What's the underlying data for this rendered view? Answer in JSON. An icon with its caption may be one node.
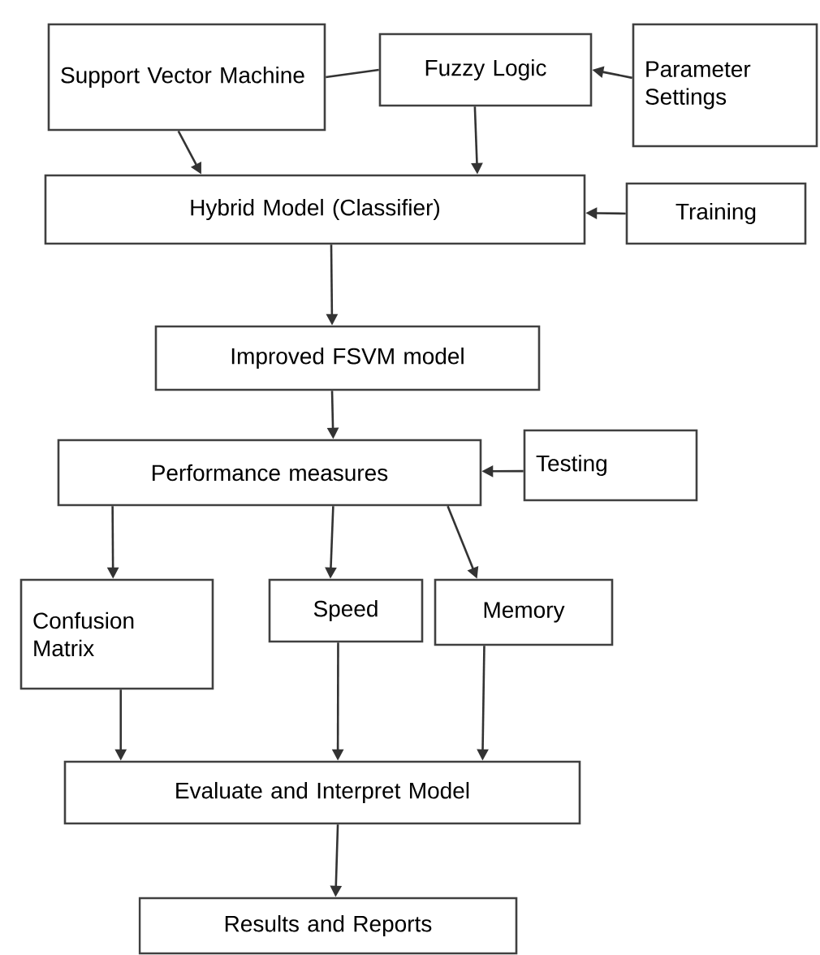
{
  "diagram": {
    "nodes": [
      {
        "text": [
          "Support Vector Machine"
        ]
      },
      {
        "text": [
          "Fuzzy Logic"
        ]
      },
      {
        "text": [
          "Parameter Settings"
        ]
      },
      {
        "text": [
          "Hybrid Model (Classifier)"
        ]
      },
      {
        "text": [
          "Training"
        ]
      },
      {
        "text": [
          "Improved FSVM model"
        ]
      },
      {
        "text": [
          "Performance measures"
        ]
      },
      {
        "text": [
          "Testing"
        ]
      },
      {
        "text": [
          "Confusion Matrix"
        ]
      },
      {
        "text": [
          "Speed"
        ]
      },
      {
        "text": [
          "Memory"
        ]
      },
      {
        "text": [
          "Evaluate and Interpret Model"
        ]
      },
      {
        "text": [
          "Results and Reports"
        ]
      }
    ],
    "edges": [
      {
        "from": 0,
        "to": 1,
        "arrow": "none"
      },
      {
        "from": 2,
        "to": 1,
        "arrow": "to"
      },
      {
        "from": 0,
        "to": 3,
        "arrow": "to"
      },
      {
        "from": 1,
        "to": 3,
        "arrow": "to"
      },
      {
        "from": 4,
        "to": 3,
        "arrow": "to"
      },
      {
        "from": 3,
        "to": 5,
        "arrow": "to"
      },
      {
        "from": 5,
        "to": 6,
        "arrow": "to"
      },
      {
        "from": 7,
        "to": 6,
        "arrow": "to"
      },
      {
        "from": 6,
        "to": 8,
        "arrow": "to"
      },
      {
        "from": 6,
        "to": 9,
        "arrow": "to"
      },
      {
        "from": 6,
        "to": 10,
        "arrow": "to"
      },
      {
        "from": 8,
        "to": 11,
        "arrow": "to"
      },
      {
        "from": 9,
        "to": 11,
        "arrow": "to"
      },
      {
        "from": 10,
        "to": 11,
        "arrow": "to"
      },
      {
        "from": 11,
        "to": 12,
        "arrow": "to"
      }
    ]
  }
}
